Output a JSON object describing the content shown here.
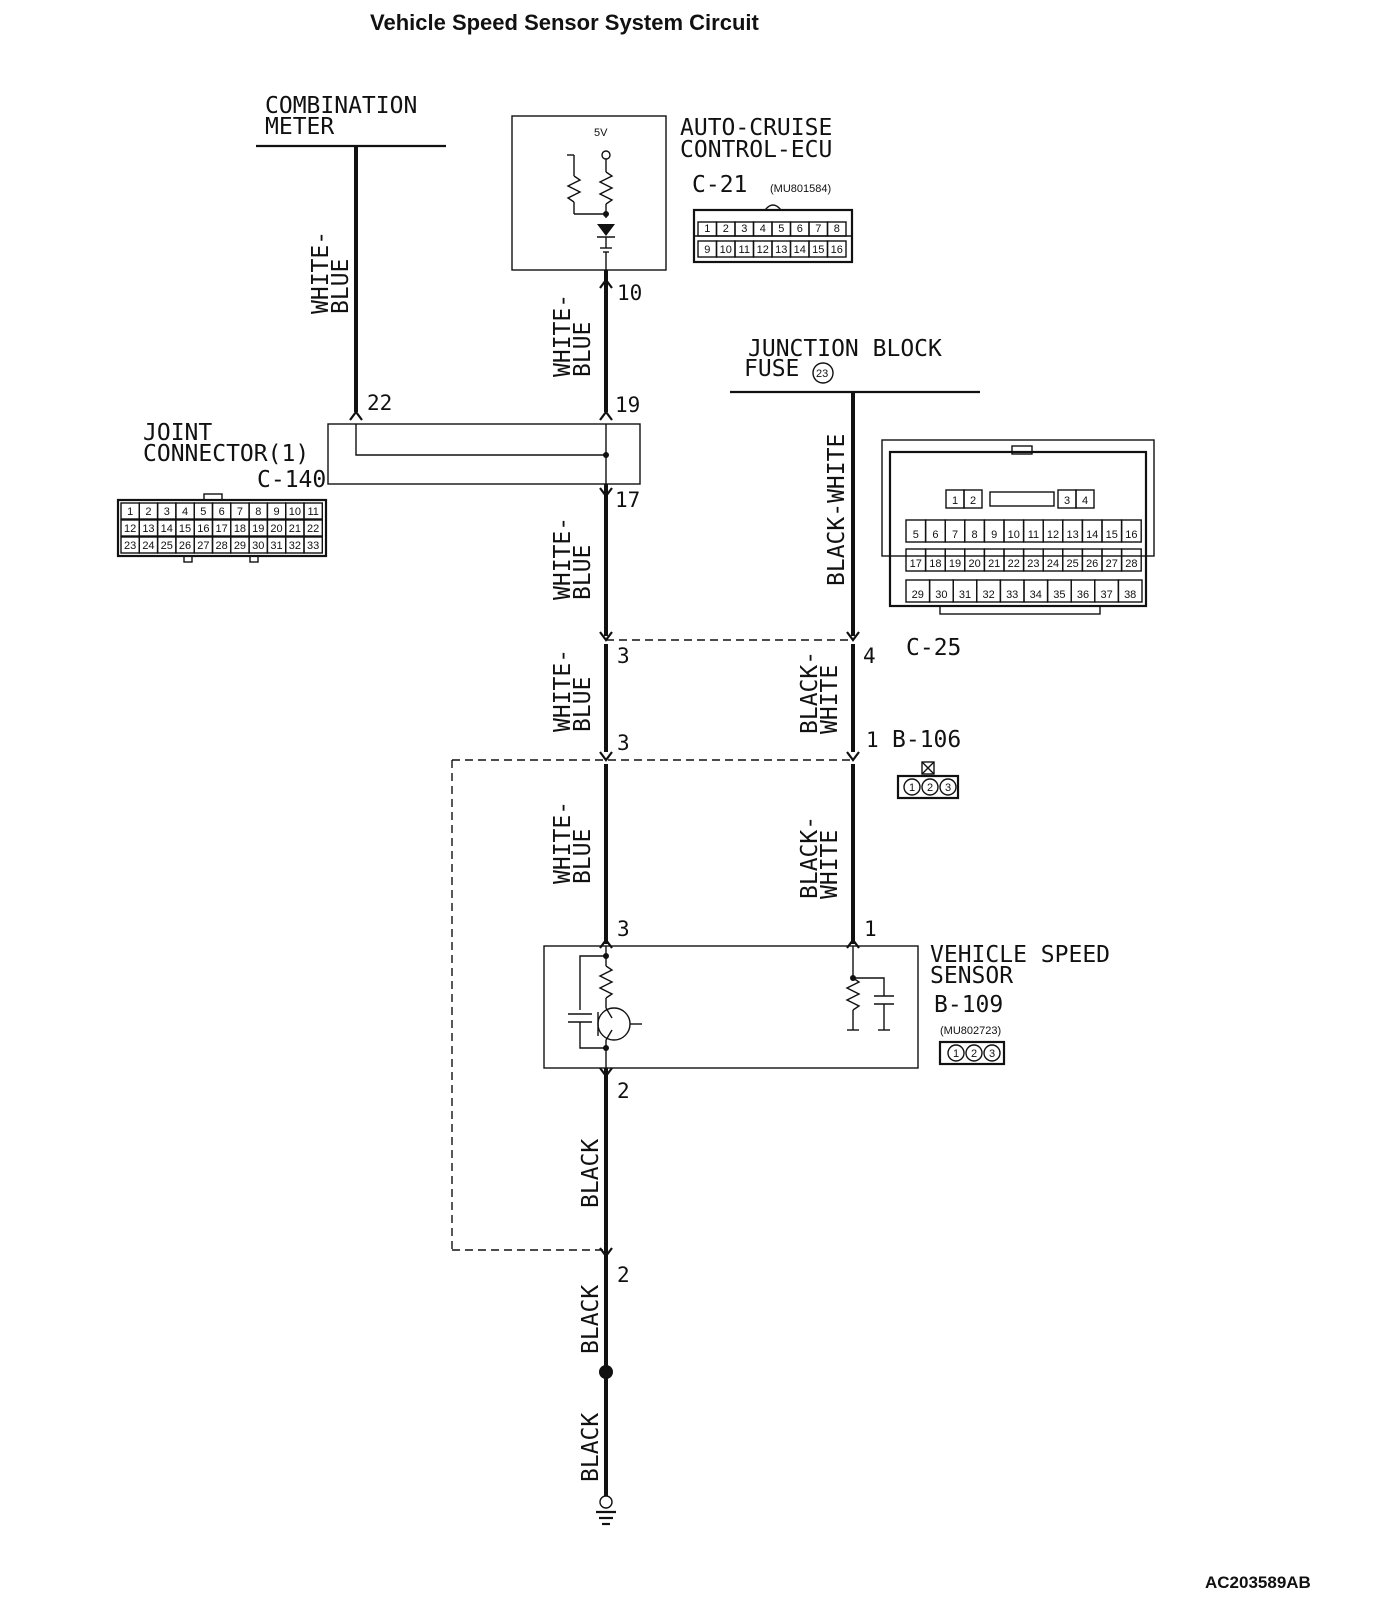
{
  "title": "Vehicle Speed Sensor System Circuit",
  "figure_code": "AC203589AB",
  "components": {
    "combination_meter": {
      "line1": "COMBINATION",
      "line2": "METER"
    },
    "auto_cruise_ecu": {
      "line1": "AUTO-CRUISE",
      "line2": "CONTROL-ECU",
      "voltage": "5V",
      "connector": "C-21",
      "part_no": "(MU801584)",
      "pins_row1": [
        "1",
        "2",
        "3",
        "4",
        "5",
        "6",
        "7",
        "8"
      ],
      "pins_row2": [
        "9",
        "10",
        "11",
        "12",
        "13",
        "14",
        "15",
        "16"
      ]
    },
    "junction_block": {
      "line1": "JUNCTION BLOCK",
      "line2": "FUSE",
      "fuse_no": "23",
      "connector": "C-25",
      "row1": [
        "1",
        "2",
        "3",
        "4"
      ],
      "row2": [
        "5",
        "6",
        "7",
        "8",
        "9",
        "10",
        "11",
        "12",
        "13",
        "14",
        "15",
        "16"
      ],
      "row3": [
        "17",
        "18",
        "19",
        "20",
        "21",
        "22",
        "23",
        "24",
        "25",
        "26",
        "27",
        "28"
      ],
      "row4": [
        "29",
        "30",
        "31",
        "32",
        "33",
        "34",
        "35",
        "36",
        "37",
        "38"
      ]
    },
    "joint_connector": {
      "line1": "JOINT",
      "line2": "CONNECTOR(1)",
      "connector": "C-140",
      "row1": [
        "1",
        "2",
        "3",
        "4",
        "5",
        "6",
        "7",
        "8",
        "9",
        "10",
        "11"
      ],
      "row2": [
        "12",
        "13",
        "14",
        "15",
        "16",
        "17",
        "18",
        "19",
        "20",
        "21",
        "22"
      ],
      "row3": [
        "23",
        "24",
        "25",
        "26",
        "27",
        "28",
        "29",
        "30",
        "31",
        "32",
        "33"
      ]
    },
    "intermediate_connector": {
      "connector": "B-106",
      "pins": [
        "1",
        "2",
        "3"
      ]
    },
    "vehicle_speed_sensor": {
      "line1": "VEHICLE SPEED",
      "line2": "SENSOR",
      "connector": "B-109",
      "part_no": "(MU802723)",
      "pins": [
        "1",
        "2",
        "3"
      ]
    }
  },
  "wires": {
    "white_blue_line1": "WHITE-",
    "white_blue_line2": "BLUE",
    "black_white_single": "BLACK-WHITE",
    "black_white_line1": "BLACK-",
    "black_white_line2": "WHITE",
    "black": "BLACK"
  },
  "pin_labels": {
    "ecu_out": "10",
    "joint_in_meter": "22",
    "joint_in_ecu": "19",
    "joint_out": "17",
    "c25_signal": "3",
    "c25_power": "4",
    "b106_signal": "3",
    "b106_power": "1",
    "sensor_signal": "3",
    "sensor_power": "1",
    "sensor_ground": "2",
    "ground_conn": "2"
  }
}
